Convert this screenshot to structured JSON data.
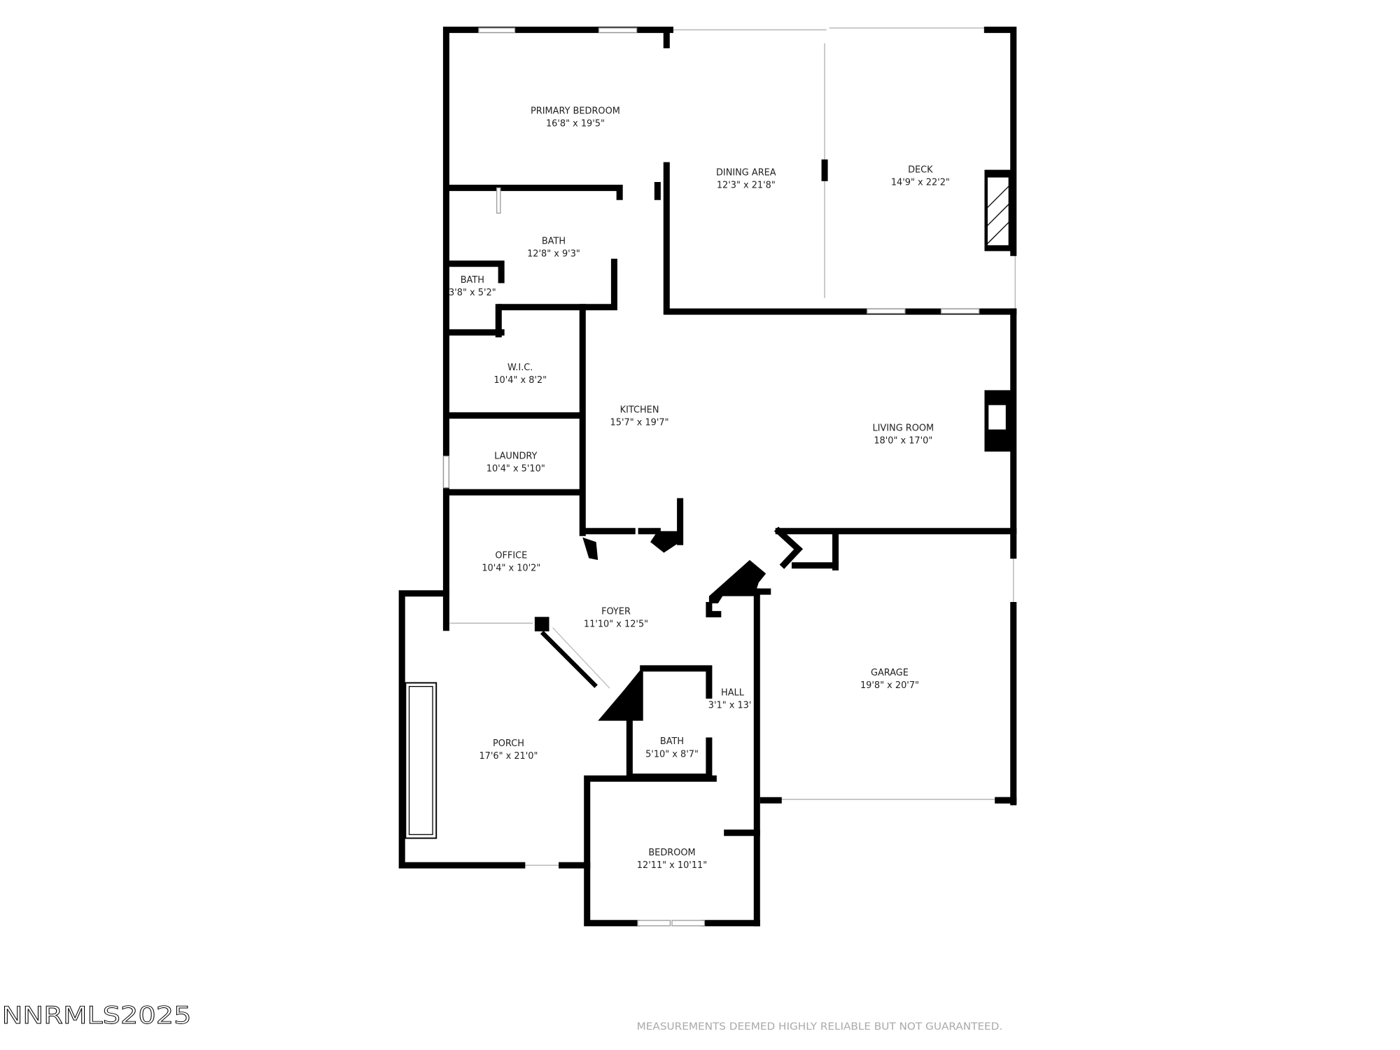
{
  "rooms": [
    {
      "name": "PRIMARY BEDROOM",
      "size": "16'8\" x 19'5\""
    },
    {
      "name": "DINING AREA",
      "size": "12'3\" x 21'8\""
    },
    {
      "name": "DECK",
      "size": "14'9\" x 22'2\""
    },
    {
      "name": "BATH",
      "size": "12'8\" x 9'3\""
    },
    {
      "name": "BATH",
      "size": "3'8\" x 5'2\""
    },
    {
      "name": "W.I.C.",
      "size": "10'4\" x 8'2\""
    },
    {
      "name": "KITCHEN",
      "size": "15'7\" x 19'7\""
    },
    {
      "name": "LIVING ROOM",
      "size": "18'0\" x 17'0\""
    },
    {
      "name": "LAUNDRY",
      "size": "10'4\" x 5'10\""
    },
    {
      "name": "OFFICE",
      "size": "10'4\" x 10'2\""
    },
    {
      "name": "FOYER",
      "size": "11'10\" x 12'5\""
    },
    {
      "name": "HALL",
      "size": "3'1\" x 13'"
    },
    {
      "name": "GARAGE",
      "size": "19'8\" x 20'7\""
    },
    {
      "name": "BATH",
      "size": "5'10\" x 8'7\""
    },
    {
      "name": "PORCH",
      "size": "17'6\" x 21'0\""
    },
    {
      "name": "BEDROOM",
      "size": "12'11\" x 10'11\""
    }
  ],
  "watermark": "NNRMLS2025",
  "disclaimer": "MEASUREMENTS DEEMED HIGHLY RELIABLE BUT NOT GUARANTEED.",
  "colors": {
    "wall": "#000000",
    "background": "#ffffff",
    "text": "#222222"
  }
}
